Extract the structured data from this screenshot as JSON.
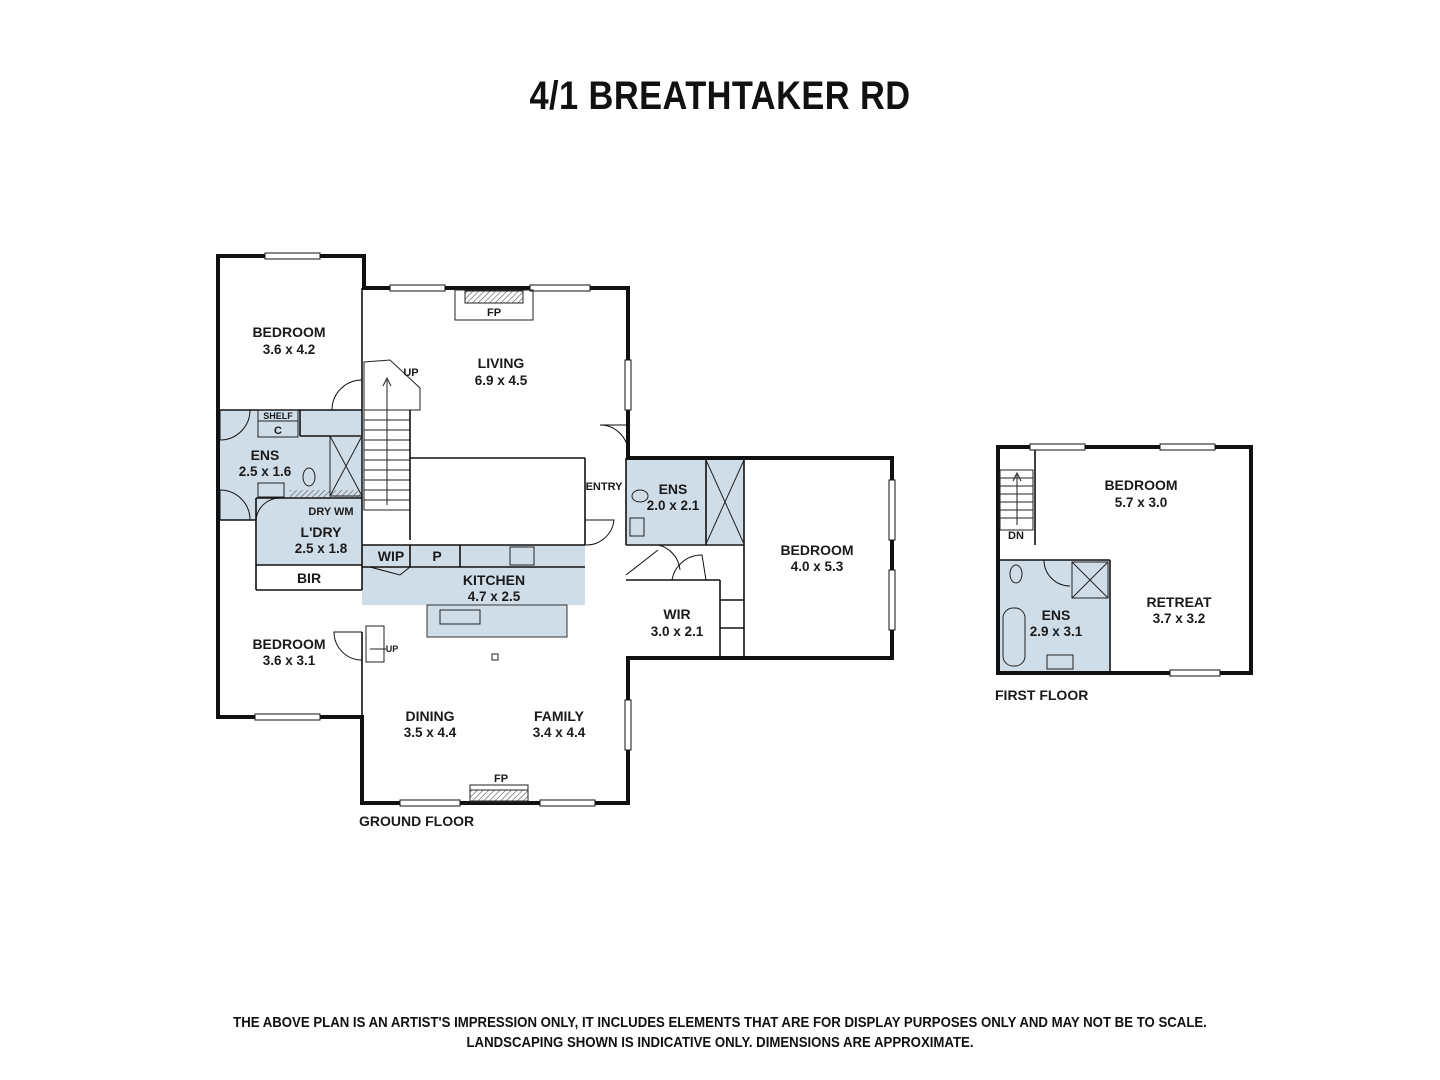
{
  "title": "4/1 BREATHTAKER RD",
  "ground_floor": {
    "label": "GROUND FLOOR",
    "rooms": {
      "bedroom1": {
        "name": "BEDROOM",
        "dims": "3.6 x 4.2"
      },
      "living": {
        "name": "LIVING",
        "dims": "6.9 x 4.5"
      },
      "ens1": {
        "name": "ENS",
        "dims": "2.5 x 1.6"
      },
      "laundry": {
        "name": "L'DRY",
        "dims": "2.5 x 1.8"
      },
      "kitchen": {
        "name": "KITCHEN",
        "dims": "4.7 x 2.5"
      },
      "bedroom2": {
        "name": "BEDROOM",
        "dims": "3.6 x 3.1"
      },
      "dining": {
        "name": "DINING",
        "dims": "3.5 x 4.4"
      },
      "family": {
        "name": "FAMILY",
        "dims": "3.4 x 4.4"
      },
      "ens2": {
        "name": "ENS",
        "dims": "2.0 x 2.1"
      },
      "wir": {
        "name": "WIR",
        "dims": "3.0 x 2.1"
      },
      "bedroom3": {
        "name": "BEDROOM",
        "dims": "4.0 x 5.3"
      }
    },
    "labels": {
      "fp_top": "FP",
      "fp_bottom": "FP",
      "up_main": "UP",
      "up_small": "UP",
      "shelf": "SHELF",
      "c": "C",
      "dry_wm": "DRY WM",
      "bir": "BIR",
      "wip": "WIP",
      "p": "P",
      "entry": "ENTRY"
    }
  },
  "first_floor": {
    "label": "FIRST FLOOR",
    "rooms": {
      "bedroom": {
        "name": "BEDROOM",
        "dims": "5.7 x 3.0"
      },
      "retreat": {
        "name": "RETREAT",
        "dims": "3.7 x 3.2"
      },
      "ens": {
        "name": "ENS",
        "dims": "2.9 x 3.1"
      }
    },
    "labels": {
      "dn": "DN"
    }
  },
  "disclaimer": {
    "line1": "THE ABOVE PLAN IS AN ARTIST'S IMPRESSION ONLY, IT INCLUDES ELEMENTS THAT ARE FOR DISPLAY PURPOSES ONLY AND MAY NOT BE TO SCALE.",
    "line2": "LANDSCAPING SHOWN IS INDICATIVE ONLY. DIMENSIONS ARE APPROXIMATE."
  },
  "colors": {
    "wet_area": "#cfdde9",
    "walls": "#111111"
  }
}
